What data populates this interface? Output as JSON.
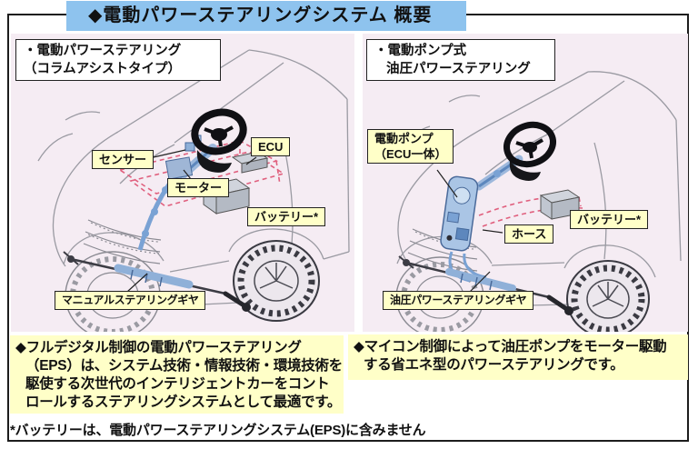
{
  "title": "◆電動パワーステアリングシステム 概要",
  "panels": {
    "left": {
      "heading_line1": "・電動パワーステアリング",
      "heading_line2": "（コラムアシストタイプ）",
      "labels": {
        "sensor": "センサー",
        "ecu": "ECU",
        "motor": "モーター",
        "battery": "バッテリー*",
        "gear": "マニュアルステアリングギヤ"
      },
      "description": [
        "◆フルデジタル制御の電動パワーステアリング",
        "（EPS）は、システム技術・情報技術・環境技術を",
        "駆使する次世代のインテリジェントカーをコント",
        "ロールするステアリングシステムとして最適です。"
      ]
    },
    "right": {
      "heading_line1": "・電動ポンプ式",
      "heading_line2": "油圧パワーステアリング",
      "labels": {
        "pump_line1": "電動ポンプ",
        "pump_line2": "（ECU一体）",
        "hose": "ホース",
        "battery": "バッテリー*",
        "gear": "油圧パワーステアリングギヤ"
      },
      "description": [
        "◆マイコン制御によって油圧ポンプをモーター駆動",
        "する省エネ型のパワーステアリングです。"
      ]
    }
  },
  "footnote": "*バッテリーは、電動パワーステアリングシステム(EPS)に含みません",
  "colors": {
    "title_bg": "#8ec3ee",
    "panel_bg": "#f5ecf3",
    "label_bg": "#ffffc8",
    "note_bg": "#ffffc8",
    "wiring": "#e0607e",
    "steering_blue": "#7aa2d4",
    "frame_border": "#1c1c1c"
  }
}
